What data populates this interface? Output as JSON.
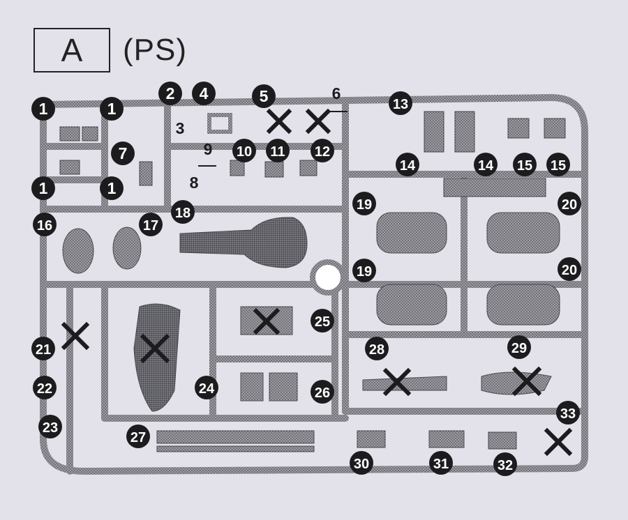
{
  "sheet": {
    "letter": "A",
    "material": "(PS)"
  },
  "callouts": [
    "1",
    "1",
    "2",
    "4",
    "5",
    "6",
    "13",
    "3",
    "7",
    "9",
    "10",
    "11",
    "12",
    "1",
    "1",
    "8",
    "14",
    "14",
    "15",
    "15",
    "16",
    "17",
    "18",
    "19",
    "20",
    "19",
    "20",
    "21",
    "25",
    "22",
    "28",
    "29",
    "24",
    "26",
    "23",
    "33",
    "27",
    "30",
    "31",
    "32"
  ],
  "colors": {
    "background": "#e3e1ea",
    "runner": "#8c8b91",
    "ink": "#1c1c1e",
    "white": "#ffffff"
  }
}
